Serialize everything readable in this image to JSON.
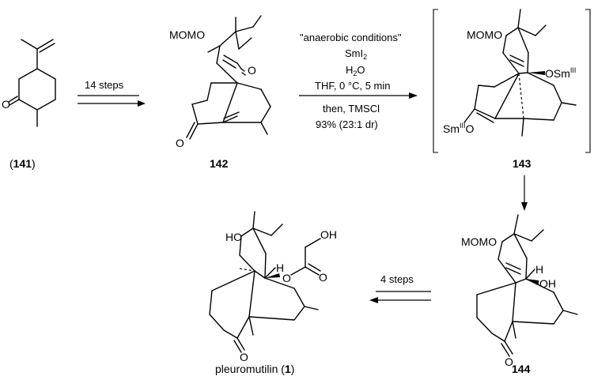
{
  "compounds": {
    "c141": {
      "label": "141"
    },
    "c142": {
      "label": "142"
    },
    "c143": {
      "label": "143"
    },
    "c144": {
      "label": "144"
    },
    "c1": {
      "name": "pleuromutilin",
      "label": "1"
    }
  },
  "atoms": {
    "o": "O",
    "mom": "MOMO",
    "ho": "HO",
    "oh": "OH",
    "h": "H",
    "osm": "OSm",
    "sm": "Sm",
    "sm_ox": "III"
  },
  "steps": {
    "step1": "14 steps",
    "step2": "4 steps"
  },
  "conditions": {
    "line1": "\"anaerobic conditions\"",
    "line2_main": "SmI",
    "line2_sub": "2",
    "line3_a": "H",
    "line3_sub": "2",
    "line3_b": "O",
    "line4": "THF, 0 °C, 5 min",
    "line5": "then, TMSCl",
    "line6": "93% (23:1 dr)"
  }
}
